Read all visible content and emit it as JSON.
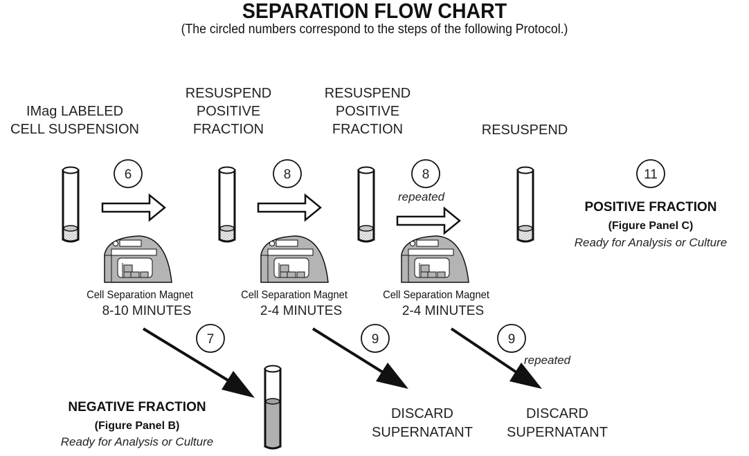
{
  "header": {
    "title": "SEPARATION FLOW CHART",
    "subtitle": "(The circled numbers correspond to the steps of the following Protocol.)"
  },
  "stages": [
    {
      "line1": "IMag LABELED",
      "line2": "CELL SUSPENSION"
    },
    {
      "line1": "RESUSPEND",
      "line2": "POSITIVE",
      "line3": "FRACTION"
    },
    {
      "line1": "RESUSPEND",
      "line2": "POSITIVE",
      "line3": "FRACTION"
    },
    {
      "line1": "RESUSPEND"
    }
  ],
  "steps": {
    "s1": "6",
    "s2": "8",
    "s3": "8",
    "s4": "11",
    "d1": "7",
    "d2": "9",
    "d3": "9"
  },
  "magnets": [
    {
      "label": "Cell Separation Magnet",
      "time": "8-10 MINUTES"
    },
    {
      "label": "Cell Separation Magnet",
      "time": "2-4 MINUTES"
    },
    {
      "label": "Cell Separation Magnet",
      "time": "2-4 MINUTES"
    }
  ],
  "repeated_label": "repeated",
  "positive_fraction": {
    "title": "POSITIVE FRACTION",
    "panel": "(Figure Panel C)",
    "note": "Ready for Analysis or Culture"
  },
  "negative_fraction": {
    "title": "NEGATIVE FRACTION",
    "panel": "(Figure Panel B)",
    "note": "Ready for Analysis or Culture"
  },
  "discard": {
    "line1": "DISCARD",
    "line2": "SUPERNATANT"
  },
  "colors": {
    "magnet_fill": "#b4b4b4",
    "pellet_fill": "#d8d8d8",
    "liquid_fill": "#b0b0b0",
    "ink": "#111111"
  }
}
